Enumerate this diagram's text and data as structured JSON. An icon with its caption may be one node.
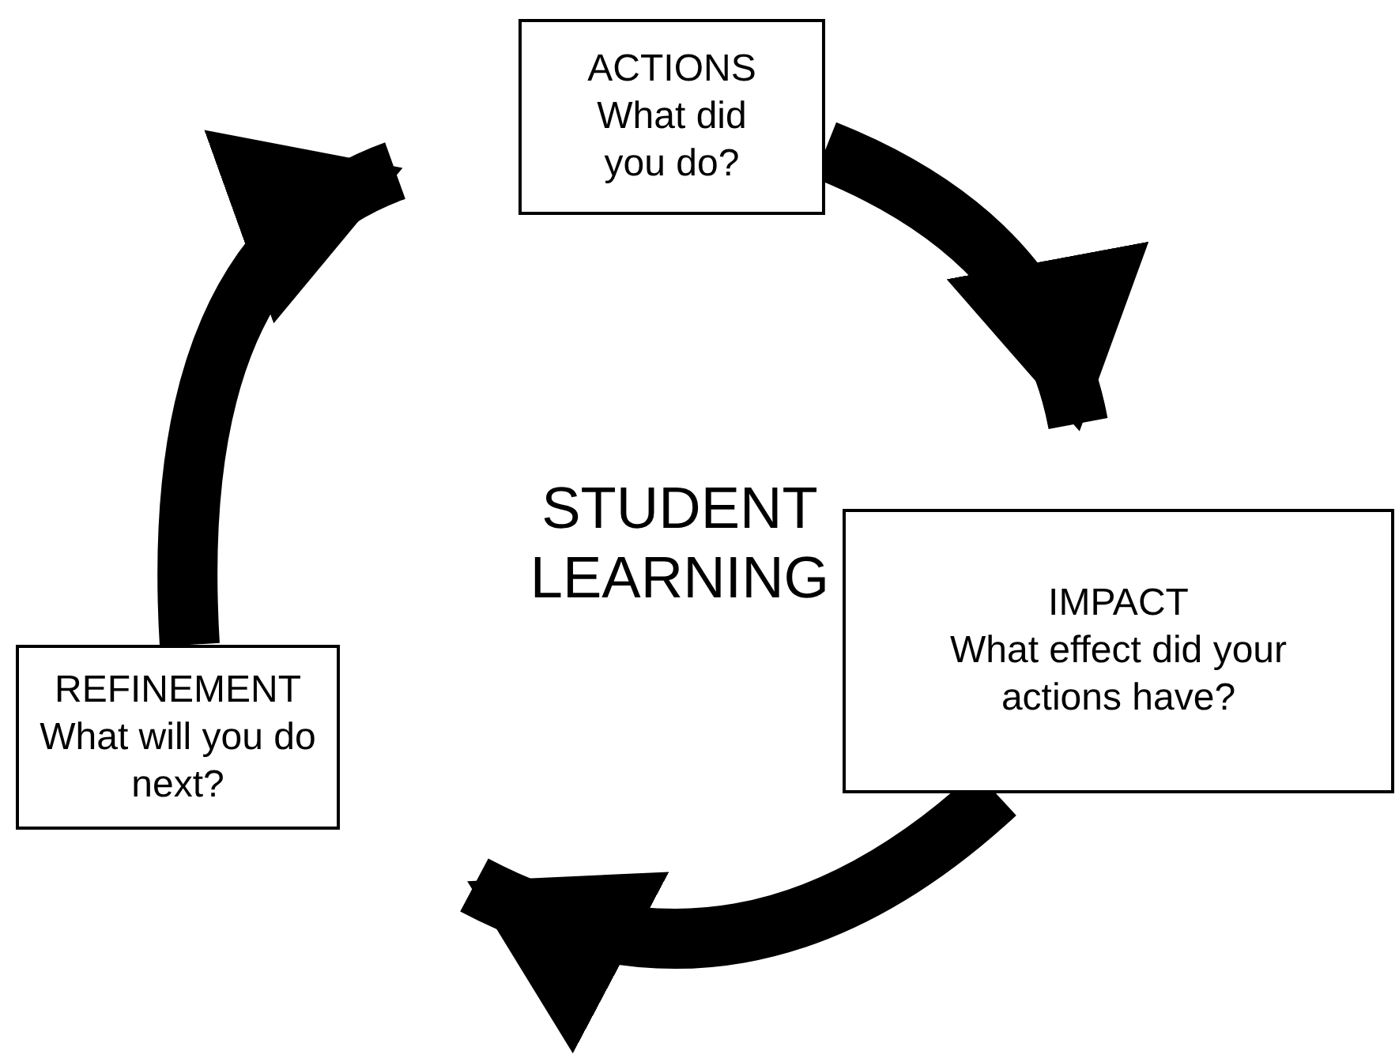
{
  "diagram": {
    "nodes": [
      {
        "text": [
          "ACTIONS",
          "What did you do?"
        ]
      },
      {
        "text": [
          "IMPACT",
          "What effect did your actions have?"
        ]
      },
      {
        "text": [
          "REFINEMENT",
          "What will you do next?"
        ]
      }
    ],
    "edges": [
      {
        "from": 0,
        "to": 1,
        "arrow": "to"
      },
      {
        "from": 1,
        "to": 2,
        "arrow": "to"
      },
      {
        "from": 2,
        "to": 0,
        "arrow": "to"
      }
    ],
    "labels": [
      "STUDENT LEARNING"
    ]
  }
}
